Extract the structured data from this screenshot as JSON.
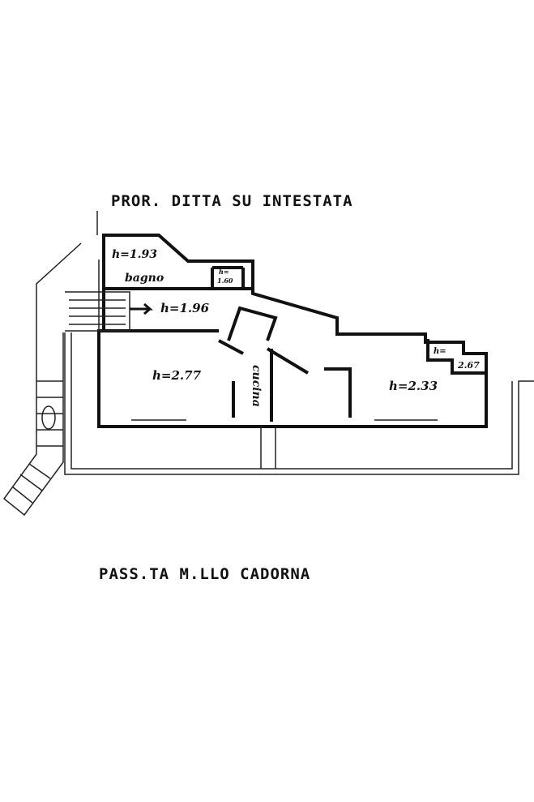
{
  "plan": {
    "north_label": "PROR. DITTA SU INTESTATA",
    "south_label": "PASS.TA M.LLO CADORNA",
    "rooms": {
      "bathroom_height": "h=1.93",
      "bathroom_name": "bagno",
      "small_box_top": "h=",
      "small_box_bottom": "1.60",
      "entry_height": "h=1.96",
      "living_height": "h=2.77",
      "kitchen_name": "cucina",
      "right_height": "h=2.33",
      "right_box_top": "h=",
      "right_box_value": "2.67"
    }
  }
}
